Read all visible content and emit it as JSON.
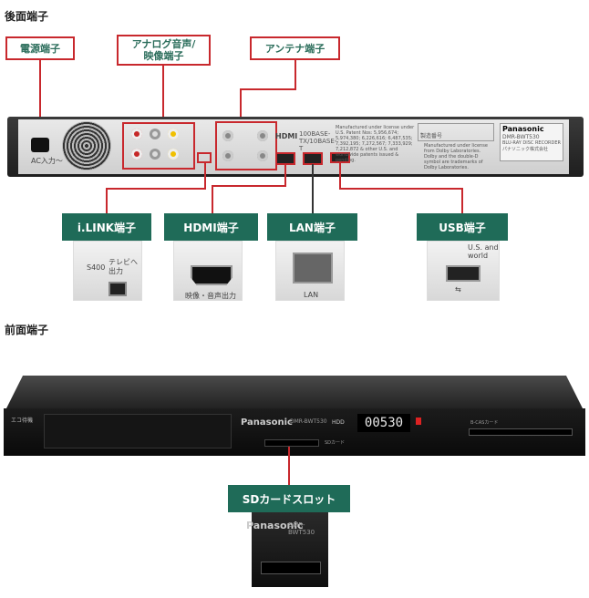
{
  "rear": {
    "title": "後面端子",
    "labels": {
      "power": "電源端子",
      "analog": "アナログ音声/\n映像端子",
      "antenna": "アンテナ端子",
      "ilink": "i.LINK端子",
      "hdmi": "HDMI端子",
      "lan": "LAN端子",
      "usb": "USB端子"
    },
    "panel_text": {
      "ac_in": "AC入力～",
      "brand": "Panasonic",
      "model": "DMR-BWT530",
      "disc": "BLU-RAY DISC RECORDER",
      "company": "パナソニック株式会社",
      "hdmi_logo": "HDMI",
      "lan_text": "100BASE-TX/10BASE-T",
      "usb_sym": "⇆",
      "notice": "Manufactured under license under U.S. Patent Nos: 5,956,674; 5,974,380; 6,226,616; 6,487,535; 7,392,195; 7,272,567; 7,333,929; 7,212,872 & other U.S. and worldwide patents issued & pending.",
      "dolby": "Manufactured under license from Dolby Laboratories. Dolby and the double-D symbol are trademarks of Dolby Laboratories.",
      "serial": "製造番号"
    },
    "closeups": {
      "ilink_s400": "S400",
      "ilink_text": "テレビへ\n出力",
      "hdmi_text": "映像・音声出力",
      "lan_text": "LAN",
      "usb_text": "U.S. and world"
    }
  },
  "front": {
    "title": "前面端子",
    "slot_label": "SDカードスロット",
    "panel_text": {
      "eco": "エコ待機",
      "brand": "Panasonic",
      "model": "DMR-BWT530",
      "display": "00530",
      "hdd": "HDD",
      "sd": "SDカード",
      "bcas": "B-CASカード"
    },
    "closeup": {
      "brand": "Panasonic",
      "model": "DMR-BWT530"
    }
  }
}
